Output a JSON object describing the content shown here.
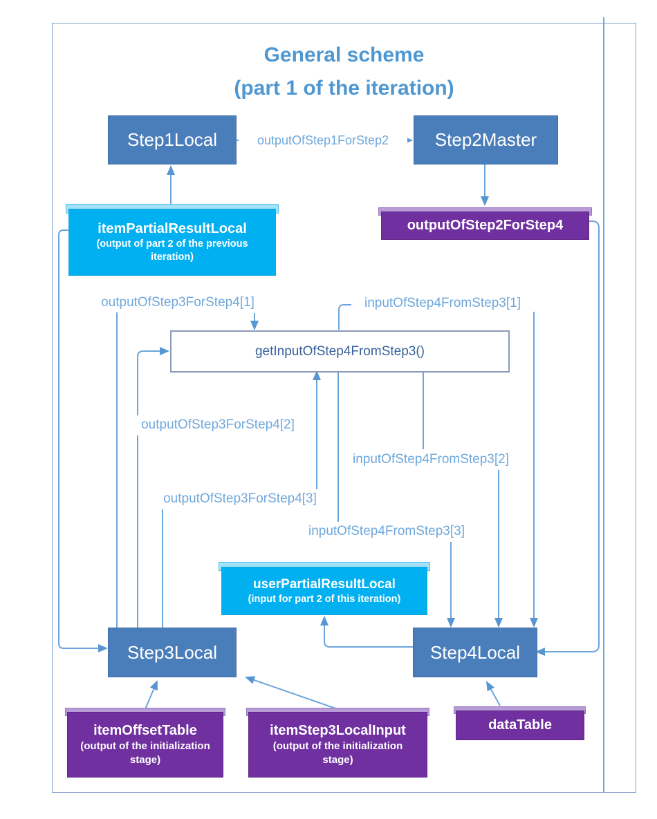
{
  "title": {
    "line1": "General scheme",
    "line2": "(part 1 of the iteration)"
  },
  "nodes": {
    "step1": "Step1Local",
    "step2": "Step2Master",
    "step3": "Step3Local",
    "step4": "Step4Local",
    "get_input": "getInputOfStep4FromStep3()"
  },
  "boxes": {
    "item_partial": {
      "title": "itemPartialResultLocal",
      "subtitle": "(output of part 2 of the previous iteration)"
    },
    "output_step2": {
      "title": "outputOfStep2ForStep4"
    },
    "user_partial": {
      "title": "userPartialResultLocal",
      "subtitle": "(input for part 2 of this iteration)"
    },
    "item_offset": {
      "title": "itemOffsetTable",
      "subtitle": "(output of the initialization stage)"
    },
    "item_step3_input": {
      "title": "itemStep3LocalInput",
      "subtitle": "(output of the initialization stage)"
    },
    "data_table": {
      "title": "dataTable"
    }
  },
  "edge_labels": {
    "step1_to_step2": "outputOfStep1ForStep2",
    "out3for4_1": "outputOfStep3ForStep4[1]",
    "out3for4_2": "outputOfStep3ForStep4[2]",
    "out3for4_3": "outputOfStep3ForStep4[3]",
    "in4from3_1": "inputOfStep4FromStep3[1]",
    "in4from3_2": "inputOfStep4FromStep3[2]",
    "in4from3_3": "inputOfStep4FromStep3[3]"
  },
  "colors": {
    "node_blue": "#4A7EBA",
    "cyan": "#00B0F0",
    "purple": "#7030A0",
    "connector": "#6CA5DB",
    "arrowhead": "#5896D2",
    "title_blue": "#4E97D1",
    "label_blue": "#6FA8DC",
    "frame_border": "#7E9BC6"
  }
}
